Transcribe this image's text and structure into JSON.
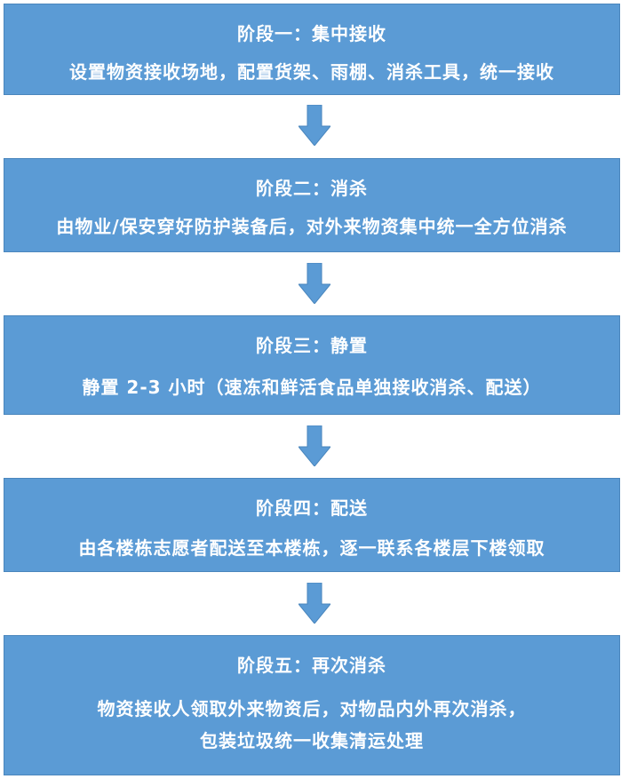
{
  "colors": {
    "box_fill": "#5b9bd5",
    "box_border": "#4a86bd",
    "text": "#ffffff",
    "arrow_fill": "#5b9bd5"
  },
  "stages": [
    {
      "title": "阶段一：集中接收",
      "lines": [
        "设置物资接收场地，配置货架、雨棚、消杀工具，统一接收"
      ]
    },
    {
      "title": "阶段二：消杀",
      "lines": [
        "由物业/保安穿好防护装备后，对外来物资集中统一全方位消杀"
      ]
    },
    {
      "title": "阶段三：静置",
      "lines": [
        "静置 2-3 小时（速冻和鲜活食品单独接收消杀、配送）"
      ]
    },
    {
      "title": "阶段四：配送",
      "lines": [
        "由各楼栋志愿者配送至本楼栋，逐一联系各楼层下楼领取"
      ]
    },
    {
      "title": "阶段五：再次消杀",
      "lines": [
        "物资接收人领取外来物资后，对物品内外再次消杀，",
        "包装垃圾统一收集清运处理"
      ]
    }
  ],
  "arrows": [
    {
      "icon": "down-arrow-icon"
    },
    {
      "icon": "down-arrow-icon"
    },
    {
      "icon": "down-arrow-icon"
    },
    {
      "icon": "down-arrow-icon"
    }
  ]
}
